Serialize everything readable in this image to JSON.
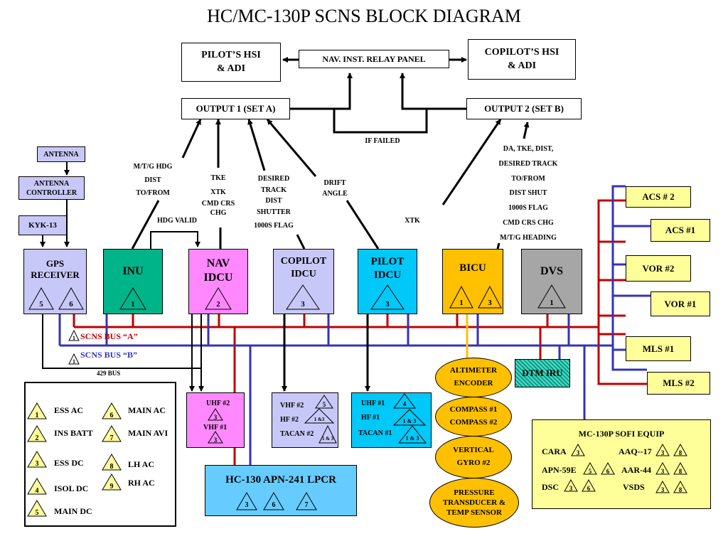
{
  "title": "HC/MC-130P SCNS BLOCK DIAGRAM",
  "top": {
    "pilot_hsi": [
      "PILOT’S HSI",
      "& ADI"
    ],
    "copilot_hsi": [
      "COPILOT’S HSI",
      "& ADI"
    ],
    "relay_panel": "NAV. INST. RELAY PANEL",
    "output1": "OUTPUT 1 (SET A)",
    "output2": "OUTPUT 2 (SET B)",
    "if_failed": "IF FAILED"
  },
  "signals": {
    "inu_out": [
      "M/T/G HDG",
      "DIST",
      "TO/FROM"
    ],
    "nav_out": [
      "TKE",
      "XTK",
      "CMD CRS",
      "CHG"
    ],
    "copilot_out": [
      "DESIRED",
      "TRACK",
      "DIST",
      "SHUTTER",
      "1000S FLAG"
    ],
    "drift": [
      "DRIFT",
      "ANGLE"
    ],
    "xtk": "XTK",
    "bicu_out": [
      "DA, TKE, DIST,",
      "DESIRED TRACK",
      "TO/FROM",
      "DIST SHUT",
      "1000S FLAG",
      "CMD CRS CHG",
      "M/T/G HEADING"
    ],
    "hdg_valid": "HDG VALID"
  },
  "left": {
    "antenna": "ANTENNA",
    "antenna_controller": [
      "ANTENNA",
      "CONTROLLER"
    ],
    "kyk13": "KYK-13",
    "gps": [
      "GPS",
      "RECEIVER"
    ]
  },
  "units": {
    "inu": "INU",
    "nav_idcu": [
      "NAV",
      "IDCU"
    ],
    "copilot_idcu": [
      "COPILOT",
      "IDCU"
    ],
    "pilot_idcu": [
      "PILOT",
      "IDCU"
    ],
    "bicu": "BICU",
    "dvs": "DVS"
  },
  "buses": {
    "bus_a": "SCNS BUS “A”",
    "bus_b": "SCNS BUS “B”",
    "bus_429": "429 BUS",
    "colors": {
      "bus_a": "#c00000",
      "bus_b": "#3333bb",
      "signal": "#000000",
      "yellow": "#ffc000"
    }
  },
  "right": [
    "ACS # 2",
    "ACS #1",
    "VOR #2",
    "VOR #1",
    "MLS #1",
    "MLS #2"
  ],
  "lower": {
    "uhf_nav": [
      "UHF #2",
      "VHF #1"
    ],
    "copilot_radios": [
      "VHF #2",
      "HF #2",
      "TACAN #2"
    ],
    "pilot_radios": [
      "UHF #1",
      "HF #1",
      "TACAN #1"
    ],
    "lpcr": "HC-130 APN-241 LPCR",
    "dtm_iru": "DTM IRU",
    "altimeter": [
      "ALTIMETER",
      "ENCODER"
    ],
    "compass": [
      "COMPASS #1",
      "COMPASS #2"
    ],
    "vertical_gyro": [
      "VERTICAL",
      "GYRO #2"
    ],
    "pressure": [
      "PRESSURE",
      "TRANSDUCER &",
      "TEMP SENSOR"
    ]
  },
  "sofi": {
    "title": "MC-130P SOFI  EQUIP",
    "left_items": [
      "CARA",
      "APN-59E",
      "DSC"
    ],
    "right_items": [
      "AAQ--17",
      "AAR-44",
      "VSDS"
    ]
  },
  "legend": [
    {
      "num": "1",
      "label": "ESS AC"
    },
    {
      "num": "2",
      "label": "INS BATT"
    },
    {
      "num": "3",
      "label": "ESS DC"
    },
    {
      "num": "4",
      "label": "ISOL DC"
    },
    {
      "num": "5",
      "label": "MAIN DC"
    },
    {
      "num": "6",
      "label": "MAIN AC"
    },
    {
      "num": "7",
      "label": "MAIN AVI"
    },
    {
      "num": "8",
      "label": "LH AC"
    },
    {
      "num": "9",
      "label": "RH AC"
    }
  ],
  "power_refs": {
    "gps": [
      "5",
      "6"
    ],
    "inu": "1",
    "nav": "2",
    "copilot": "3",
    "pilot": "3",
    "bicu": [
      "1",
      "3"
    ],
    "dvs": "1",
    "uhf2": "3",
    "vhf1": "3",
    "vhf2": "5",
    "hf2": "1 &3",
    "tacan2": "1 & 3",
    "uhf1": "4",
    "hf1": "1 & 3",
    "tacan1": "1 & 3",
    "lpcr": [
      "3",
      "6",
      "7"
    ],
    "cara": "3",
    "apn59e": [
      "5",
      "6"
    ],
    "dsc": [
      "3",
      "6"
    ],
    "aaq17": [
      "3",
      "8"
    ],
    "aar44": [
      "3",
      "8"
    ],
    "vsds": [
      "3",
      "8"
    ],
    "bus_a_tag": "1",
    "bus_b_tag": "1"
  }
}
